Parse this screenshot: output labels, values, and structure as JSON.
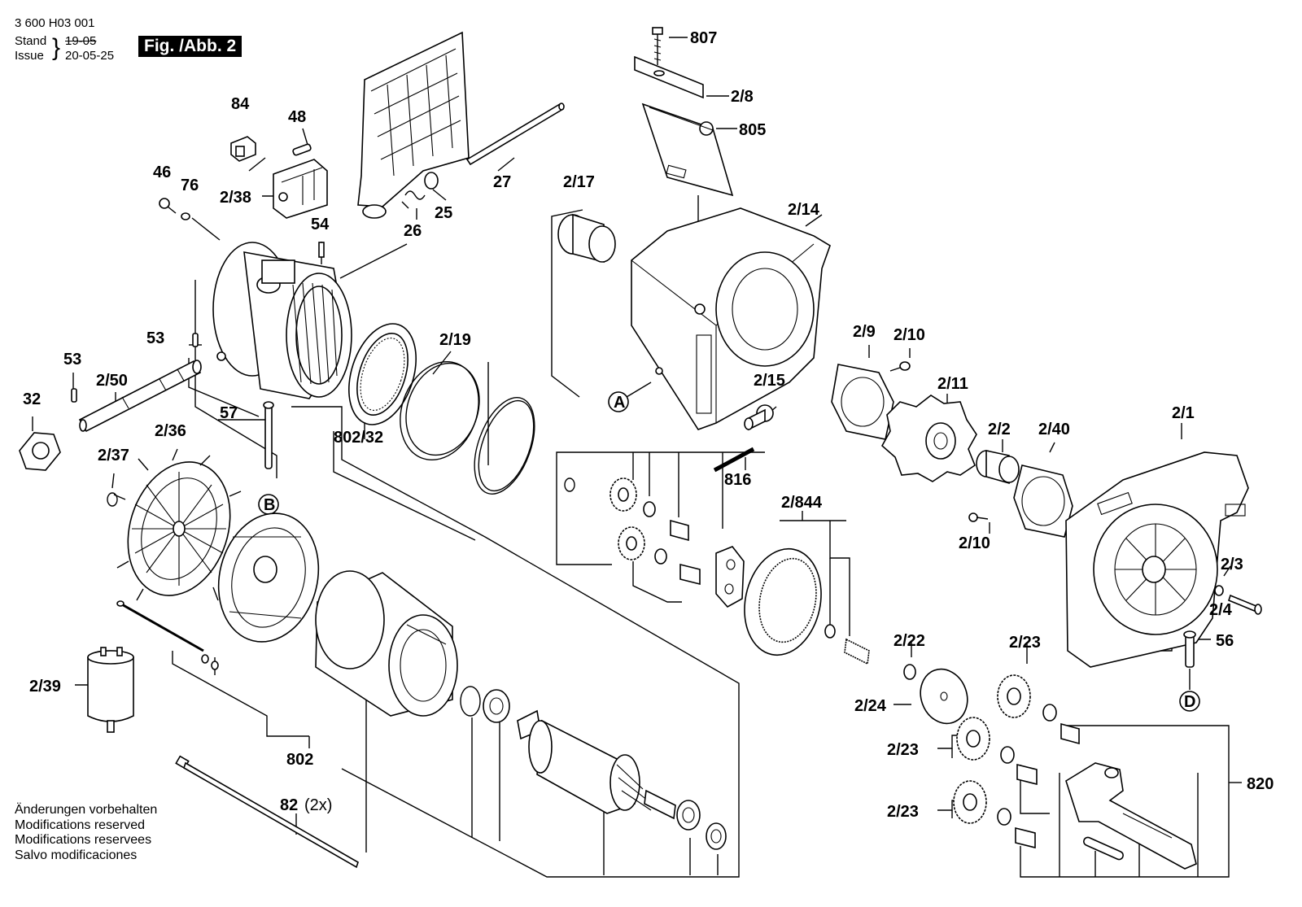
{
  "header": {
    "part_number": "3 600 H03 001",
    "stand_label": "Stand",
    "issue_label": "Issue",
    "brace": "}",
    "stand_date_struck": "19-05",
    "issue_date": "20-05-25",
    "figure_label": "Fig. /Abb. 2"
  },
  "notes": [
    "Änderungen vorbehalten",
    "Modifications reserved",
    "Modifications reservees",
    "Salvo modificaciones"
  ],
  "callouts": {
    "c807": "807",
    "c2_8": "2/8",
    "c805": "805",
    "c84": "84",
    "c48": "48",
    "c46": "46",
    "c76": "76",
    "c2_38": "2/38",
    "c54": "54",
    "c27": "27",
    "c25": "25",
    "c26": "26",
    "c2_17": "2/17",
    "c2_14": "2/14",
    "c53a": "53",
    "c53b": "53",
    "c2_50": "2/50",
    "c32": "32",
    "c57": "57",
    "c2_19": "2/19",
    "c802_32": "802/32",
    "c2_36": "2/36",
    "c2_37": "2/37",
    "cB": "B",
    "cA": "A",
    "c2_15": "2/15",
    "c816": "816",
    "c2_9": "2/9",
    "c2_10a": "2/10",
    "c2_11": "2/11",
    "c2_2": "2/2",
    "c2_40": "2/40",
    "c2_1": "2/1",
    "c2_10b": "2/10",
    "c2_844": "2/844",
    "c2_3": "2/3",
    "c2_4": "2/4",
    "c56": "56",
    "cD": "D",
    "c2_22": "2/22",
    "c2_24": "2/24",
    "c2_23a": "2/23",
    "c2_23b": "2/23",
    "c2_23c": "2/23",
    "c820": "820",
    "c2_39": "2/39",
    "c802": "802",
    "c82": "82",
    "c82_qty": "(2x)"
  }
}
